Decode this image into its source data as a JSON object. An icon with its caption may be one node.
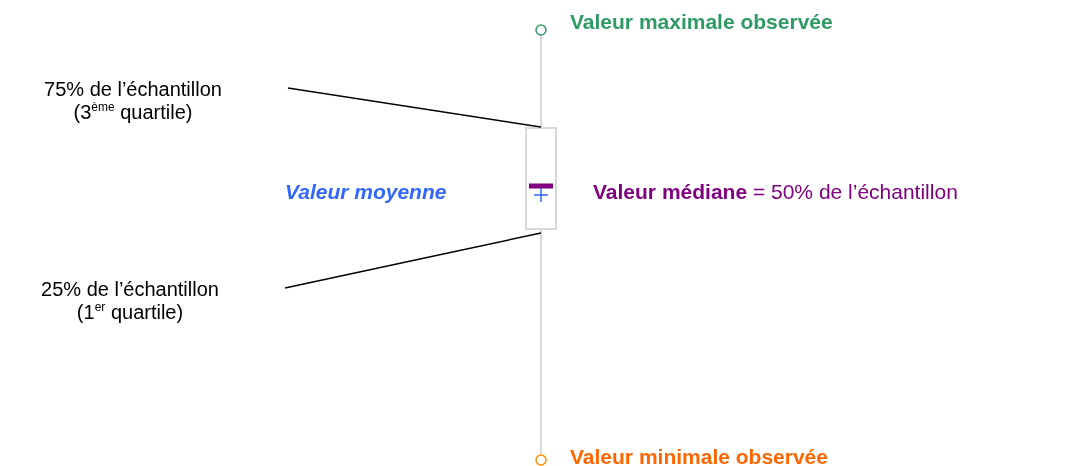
{
  "diagram": {
    "nodes": [
      {
        "text": [
          "75% de l’échantillon (3$^{ème}$ quartile)"
        ]
      },
      {
        "text": [
          "25% de l’échantillon (1$^{er}$ quartile)"
        ]
      },
      {
        "text": [],
        "shape": "box"
      }
    ],
    "edges": [
      {
        "from": 0,
        "to": 2,
        "arrow": "none"
      },
      {
        "from": 1,
        "to": 2,
        "arrow": "none"
      }
    ],
    "labels": [
      "Valeur maximale observée",
      "Valeur moyenne",
      "**Valeur médiane** = 50% de l’échantillon",
      "Valeur minimale observée"
    ]
  }
}
